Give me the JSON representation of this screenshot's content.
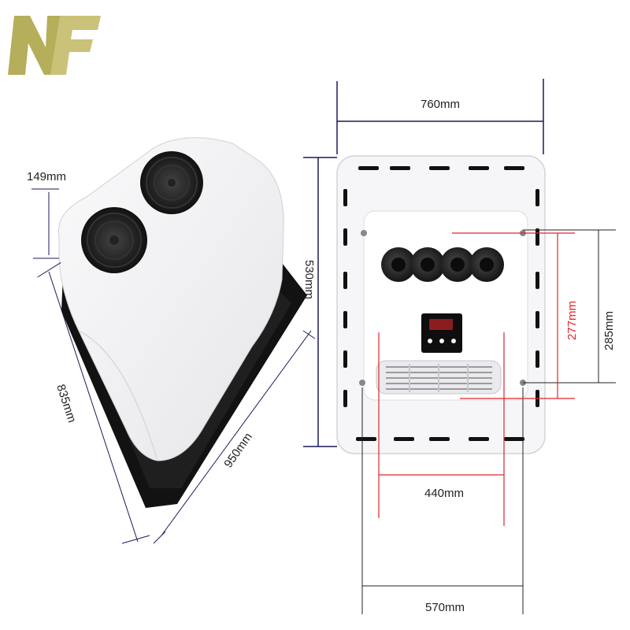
{
  "logo": {
    "text": "NF",
    "color": "#b8b060"
  },
  "dimensions": {
    "height_label": "149mm",
    "depth_label": "835mm",
    "width_label": "950mm",
    "top_width_label": "760mm",
    "top_height_label": "530mm",
    "inner_height_red_label": "277mm",
    "outer_height_label": "285mm",
    "inner_width_label": "440mm",
    "outer_width_label": "570mm"
  },
  "colors": {
    "accent_red": "#e0262d",
    "dimension_line": "#1a1a5c",
    "unit_body": "#f4f4f6",
    "base_black": "#111111"
  }
}
